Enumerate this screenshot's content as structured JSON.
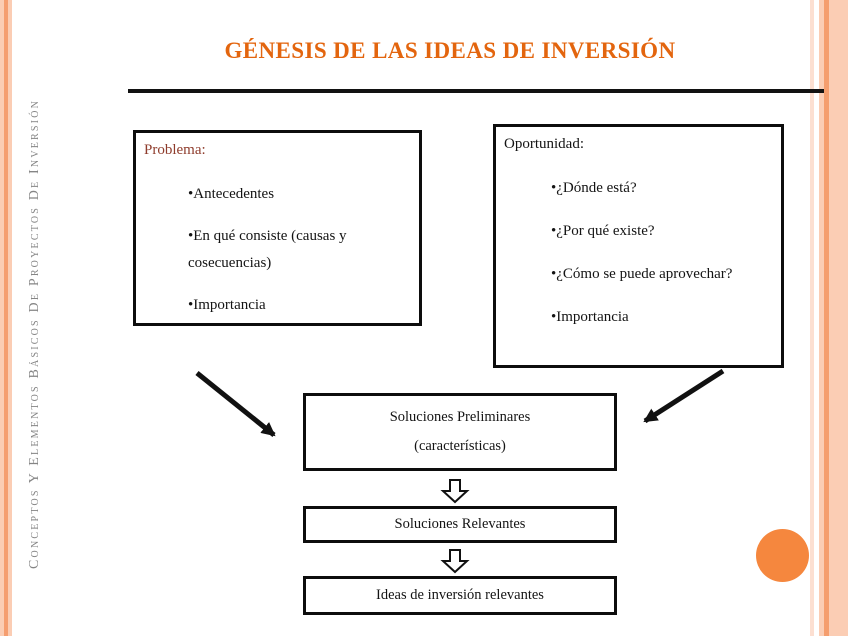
{
  "header": {
    "title": "GÉNESIS DE LAS IDEAS DE INVERSIÓN"
  },
  "sidebar": {
    "vertical_text": "Conceptos Y Elementos Básicos De Proyectos De Inversión"
  },
  "diagram": {
    "problema_box": {
      "label": "Problema:",
      "bullets": [
        "•Antecedentes",
        "•En qué consiste (causas y cosecuencias)",
        "•Importancia"
      ]
    },
    "oportunidad_box": {
      "label": "Oportunidad:",
      "bullets": [
        "•¿Dónde está?",
        "•¿Por qué existe?",
        "•¿Cómo se puede aprovechar?",
        "•Importancia"
      ]
    },
    "soluciones_preliminares_box": {
      "line1": "Soluciones Preliminares",
      "line2": "(características)"
    },
    "soluciones_relevantes_box": {
      "label": "Soluciones Relevantes"
    },
    "ideas_box": {
      "label": "Ideas de inversión relevantes"
    }
  },
  "colors": {
    "title_orange": "#E3650E",
    "problema_label_red": "#8E3B2B",
    "stripe_light_salmon": "#FBCDB4",
    "stripe_dark_salmon": "#F59E6E",
    "circle_orange": "#F5873E",
    "sidebar_gray": "#858585",
    "line_black": "#121212"
  }
}
